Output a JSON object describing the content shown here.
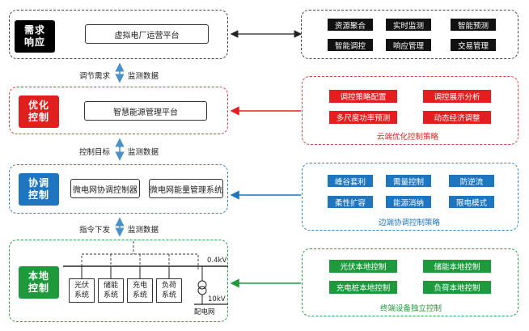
{
  "layers": {
    "demand": {
      "tag": [
        "需求",
        "响应"
      ],
      "platform": "虚拟电厂运营平台",
      "chips": [
        "资源聚合",
        "实时监测",
        "智能预测",
        "智能调控",
        "响应管理",
        "交易管理"
      ]
    },
    "optimize": {
      "tag": [
        "优化",
        "控制"
      ],
      "platform": "智慧能源管理平台",
      "chips": [
        "调控策略配置",
        "调控展示分析",
        "多尺度功率预测",
        "动态经济调整"
      ],
      "caption": "云端优化控制策略"
    },
    "coordinate": {
      "tag": [
        "协调",
        "控制"
      ],
      "platforms": [
        "微电网协调控制器",
        "微电网能量管理系统"
      ],
      "chips": [
        "峰谷套利",
        "需量控制",
        "防逆流",
        "柔性扩容",
        "能源消纳",
        "限电模式"
      ],
      "caption": "边端协调控制策略"
    },
    "local": {
      "tag": [
        "本地",
        "控制"
      ],
      "devices": [
        [
          "光伏",
          "系统"
        ],
        [
          "储能",
          "系统"
        ],
        [
          "充电",
          "系统"
        ],
        [
          "负荷",
          "系统"
        ]
      ],
      "voltage_low": "0.4kV",
      "voltage_high": "10kV",
      "grid_label": "配电网",
      "chips": [
        "光伏本地控制",
        "储能本地控制",
        "充电桩本地控制",
        "负荷本地控制"
      ],
      "caption": "终端设备独立控制"
    }
  },
  "flows": [
    {
      "left": "调节需求",
      "right": "监测数据"
    },
    {
      "left": "控制目标",
      "right": "监测数据"
    },
    {
      "left": "指令下发",
      "right": "监测数据"
    }
  ],
  "colors": {
    "black": "#111111",
    "red": "#e41e1e",
    "blue": "#1f76c0",
    "green": "#1e9a3c"
  }
}
